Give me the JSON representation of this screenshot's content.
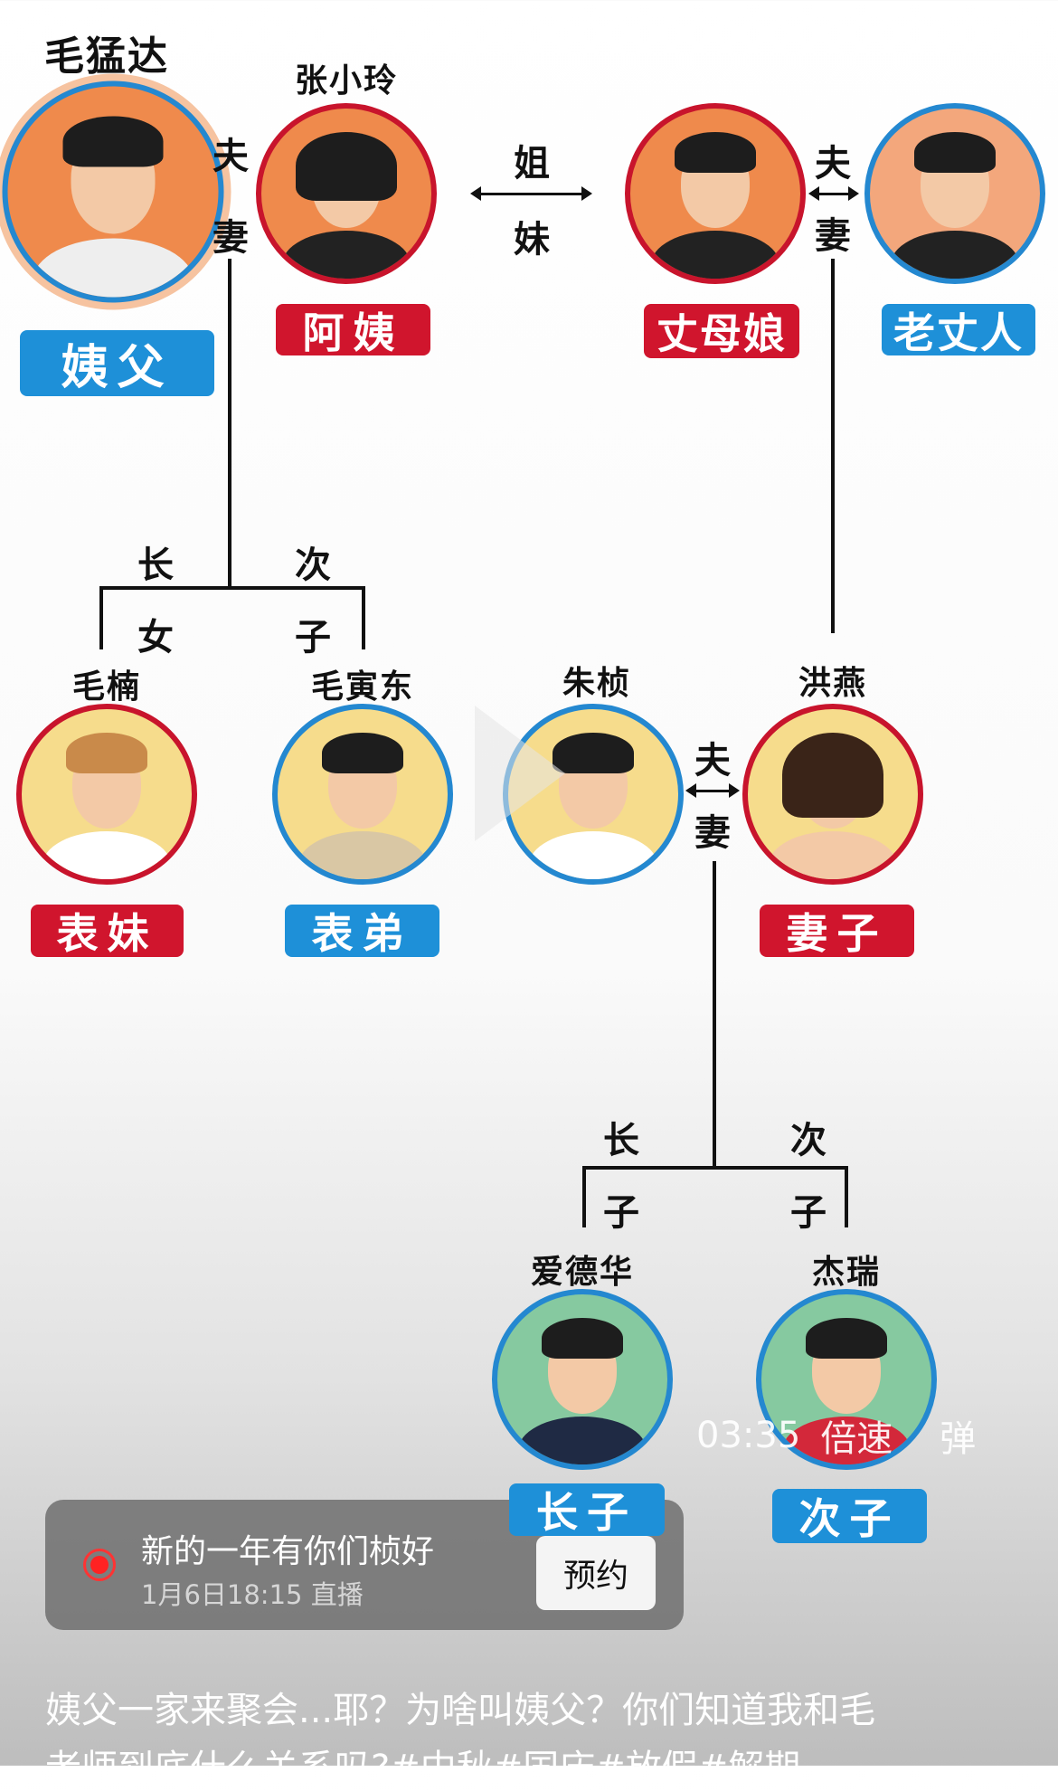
{
  "tree": {
    "names": {
      "yifu": "毛猛达",
      "ayi": "张小玲",
      "nan": "毛楠",
      "yindong": "毛寅东",
      "zhuzhen": "朱桢",
      "hongyan": "洪燕",
      "edward": "爱德华",
      "jerry": "杰瑞"
    },
    "roles": {
      "yifu": "姨父",
      "ayi": "阿姨",
      "zhangmuniang": "丈母娘",
      "laozhangren": "老丈人",
      "biaomei": "表妹",
      "biaodi": "表弟",
      "qizi": "妻子",
      "zhangzi": "长子",
      "cizi": "次子"
    },
    "relations": {
      "fu": "夫",
      "qi": "妻",
      "jie": "姐",
      "mei": "妹",
      "zhang": "长",
      "ci": "次",
      "nv": "女",
      "zi": "子"
    }
  },
  "player": {
    "time": "03:35",
    "speed_label": "倍速",
    "danmaku_label": "弹"
  },
  "live_card": {
    "title": "新的一年有你们桢好",
    "subtitle": "1月6日18:15 直播",
    "button": "预约"
  },
  "caption": {
    "line1": "姨父一家来聚会...耶？为啥叫姨父？你们知道我和毛",
    "line2": "老师到底什么关系吗?#中秋#国庆#放假#解期"
  },
  "colors": {
    "female_red": "#d0152d",
    "male_blue": "#1e90d8",
    "orange_bg": "#ef8a4c",
    "yellow_bg": "#f6dc8c",
    "green_bg": "#86c9a0"
  }
}
